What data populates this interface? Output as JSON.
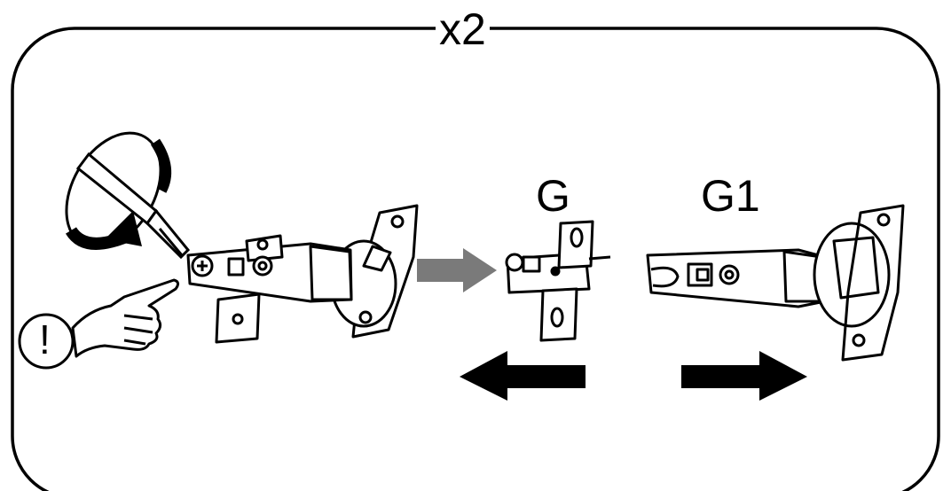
{
  "frame": {
    "quantity_label": "x2"
  },
  "parts": {
    "detached_label": "G",
    "hinge_label": "G1"
  },
  "warning": {
    "symbol": "!"
  },
  "colors": {
    "line": "#000000",
    "arrow_grey": "#7a7a7a",
    "background": "#ffffff"
  },
  "icons": [
    "screwdriver-icon",
    "rotate-arrow-icon",
    "pointing-hand-icon",
    "warning-circle-icon",
    "direction-arrow-icon",
    "hinge-icon",
    "mounting-plate-icon"
  ]
}
